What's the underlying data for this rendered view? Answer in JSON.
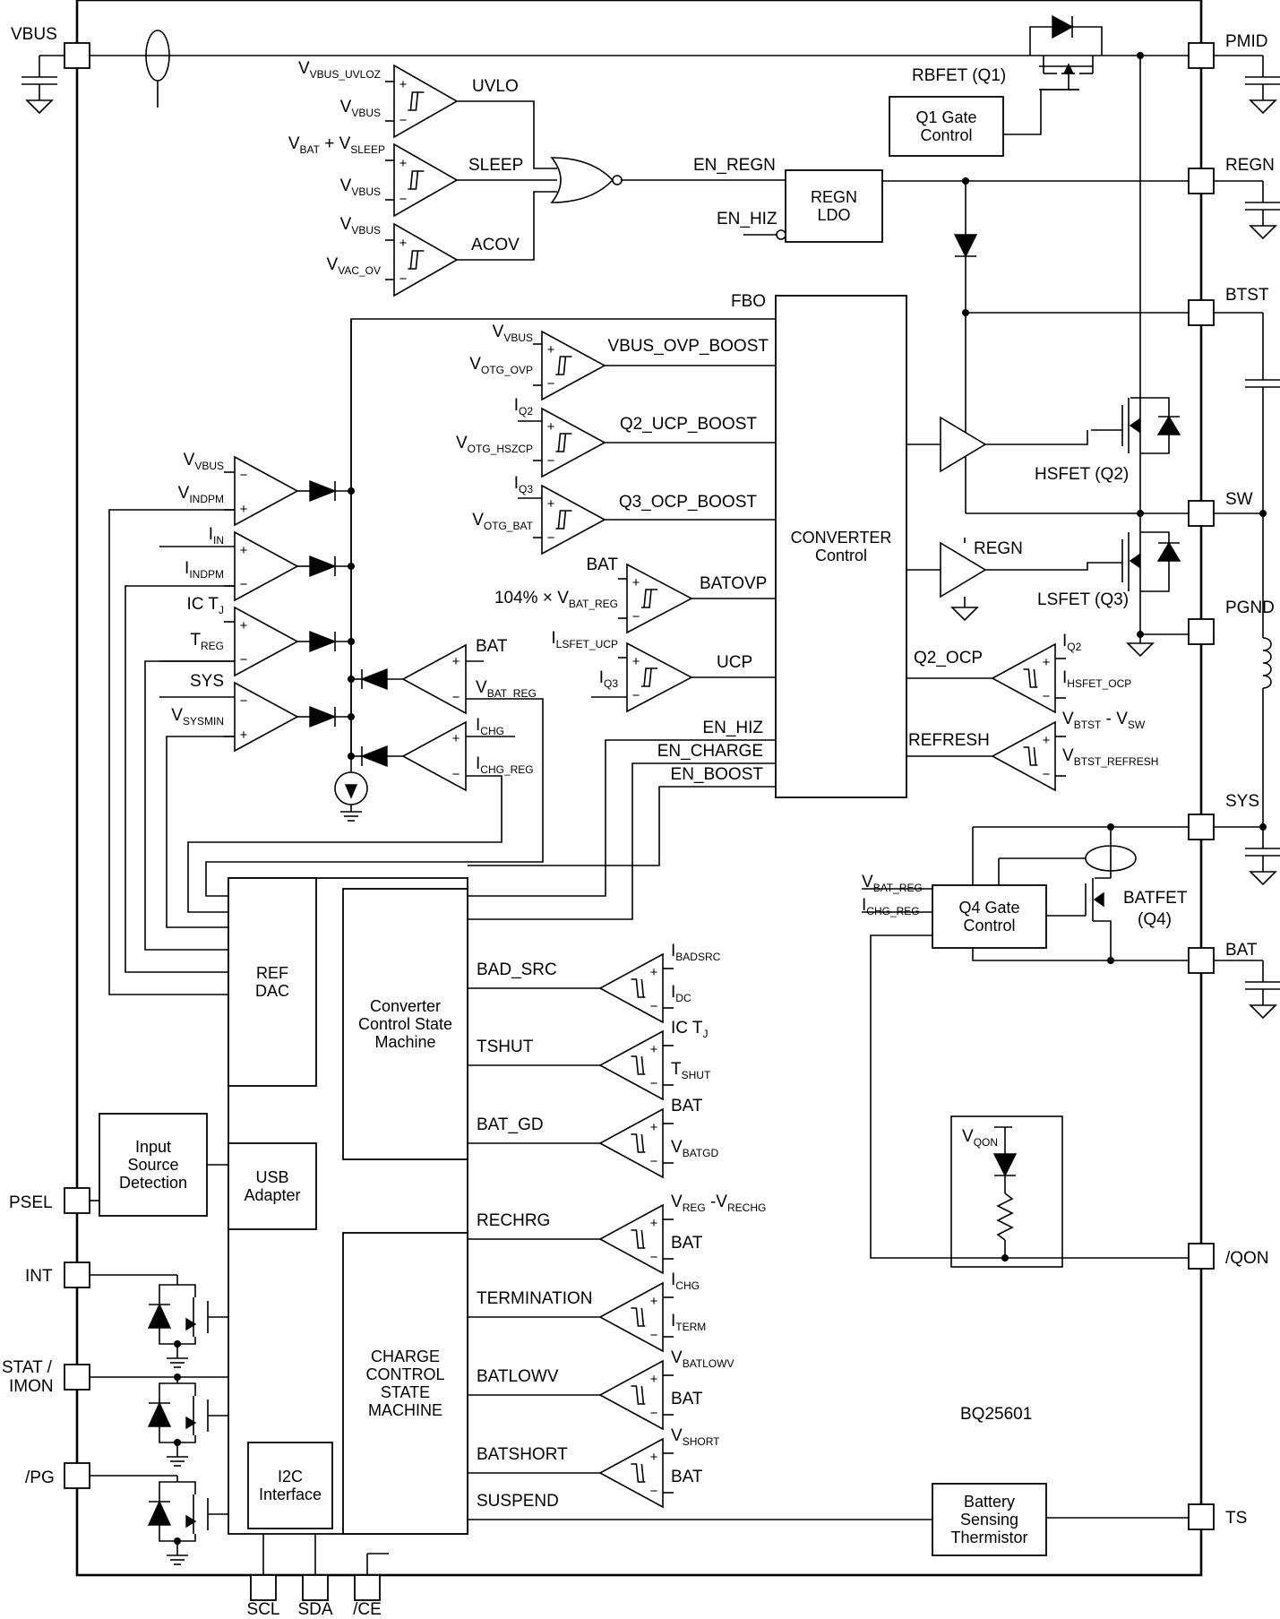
{
  "pins_left": [
    "VBUS",
    "PSEL",
    "INT",
    "STAT /",
    "IMON",
    "/PG"
  ],
  "pins_right": [
    "PMID",
    "REGN",
    "BTST",
    "SW",
    "PGND",
    "SYS",
    "BAT",
    "/QON",
    "TS"
  ],
  "pins_bottom": [
    "SCL",
    "SDA",
    "/CE"
  ],
  "blocks": {
    "q1_gate": [
      "Q1 Gate",
      "Control"
    ],
    "regn_ldo": [
      "REGN",
      "LDO"
    ],
    "converter": [
      "CONVERTER",
      "Control"
    ],
    "ref_dac": [
      "REF",
      "DAC"
    ],
    "converter_sm": [
      "Converter",
      "Control State",
      "Machine"
    ],
    "charge_sm": [
      "CHARGE",
      "CONTROL",
      "STATE",
      "MACHINE"
    ],
    "input_source": [
      "Input",
      "Source",
      "Detection"
    ],
    "usb": [
      "USB",
      "Adapter"
    ],
    "i2c": [
      "I2C",
      "Interface"
    ],
    "q4_gate": [
      "Q4 Gate",
      "Control"
    ],
    "thermistor": [
      "Battery",
      "Sensing",
      "Thermistor"
    ]
  },
  "labels": {
    "rbfet": "RBFET (Q1)",
    "hsfet": "HSFET (Q2)",
    "lsfet": "LSFET (Q3)",
    "batfet": [
      "BATFET",
      "(Q4)"
    ],
    "part": "BQ25601",
    "i_in": {
      "main": "I",
      "sub": "IN"
    },
    "i_chg_sense": {
      "main": "I",
      "sub": "CHG"
    },
    "regn_drv": "REGN",
    "fbo": "FBO"
  },
  "signals": {
    "uvlo": "UVLO",
    "sleep": "SLEEP",
    "acov": "ACOV",
    "en_regn": "EN_REGN",
    "en_hiz": "EN_HIZ",
    "vbus_ovp_boost": "VBUS_OVP_BOOST",
    "q2_ucp_boost": "Q2_UCP_BOOST",
    "q3_ocp_boost": "Q3_OCP_BOOST",
    "batovp": "BATOVP",
    "ucp": "UCP",
    "en_hiz2": "EN_HIZ",
    "en_charge": "EN_CHARGE",
    "en_boost": "EN_BOOST",
    "q2_ocp": "Q2_OCP",
    "refresh": "REFRESH",
    "bad_src": "BAD_SRC",
    "tshut": "TSHUT",
    "bat_gd": "BAT_GD",
    "rechrg": "RECHRG",
    "termination": "TERMINATION",
    "batlowv": "BATLOWV",
    "batshort": "BATSHORT",
    "suspend": "SUSPEND"
  },
  "comp_inputs": {
    "uvlo": [
      {
        "m": "V",
        "s": "VBUS_UVLOZ"
      },
      {
        "m": "V",
        "s": "VBUS"
      }
    ],
    "sleep": [
      {
        "m": "V",
        "s": "BAT",
        "t": " + V",
        "s2": "SLEEP"
      },
      {
        "m": "V",
        "s": "VBUS"
      }
    ],
    "acov": [
      {
        "m": "V",
        "s": "VBUS"
      },
      {
        "m": "V",
        "s": "VAC_OV"
      }
    ],
    "vbus_ovp": [
      {
        "m": "V",
        "s": "VBUS"
      },
      {
        "m": "V",
        "s": "OTG_OVP"
      }
    ],
    "q2_ucp": [
      {
        "m": "I",
        "s": "Q2"
      },
      {
        "m": "V",
        "s": "OTG_HSZCP"
      }
    ],
    "q3_ocp": [
      {
        "m": "I",
        "s": "Q3"
      },
      {
        "m": "V",
        "s": "OTG_BAT"
      }
    ],
    "batovp": [
      {
        "m": "BAT"
      },
      {
        "m": "104% × V",
        "s": "BAT_REG"
      }
    ],
    "ucp": [
      {
        "m": "I",
        "s": "LSFET_UCP"
      },
      {
        "m": "I",
        "s": "Q3"
      }
    ],
    "indpm_v": [
      {
        "m": "V",
        "s": "VBUS"
      },
      {
        "m": "V",
        "s": "INDPM"
      }
    ],
    "indpm_i": [
      {
        "m": "I",
        "s": "IN"
      },
      {
        "m": "I",
        "s": "INDPM"
      }
    ],
    "treg": [
      {
        "m": "IC T",
        "s": "J"
      },
      {
        "m": "T",
        "s": "REG"
      }
    ],
    "sysmin": [
      {
        "m": "SYS"
      },
      {
        "m": "V",
        "s": "SYSMIN"
      }
    ],
    "bat_reg": [
      {
        "m": "BAT"
      },
      {
        "m": "V",
        "s": "BAT_REG"
      }
    ],
    "ichg_reg": [
      {
        "m": "I",
        "s": "CHG"
      },
      {
        "m": "I",
        "s": "CHG_REG"
      }
    ],
    "q2_ocp": [
      {
        "m": "I",
        "s": "Q2"
      },
      {
        "m": "I",
        "s": "HSFET_OCP"
      }
    ],
    "refresh": [
      {
        "m": "V",
        "s": "BTST",
        "t": " - V",
        "s2": "SW"
      },
      {
        "m": "V",
        "s": "BTST_REFRESH"
      }
    ],
    "badsrc": [
      {
        "m": "I",
        "s": "BADSRC"
      },
      {
        "m": "I",
        "s": "DC"
      }
    ],
    "tshut": [
      {
        "m": "IC T",
        "s": "J"
      },
      {
        "m": "T",
        "s": "SHUT"
      }
    ],
    "batgd": [
      {
        "m": "BAT"
      },
      {
        "m": "V",
        "s": "BATGD"
      }
    ],
    "rechrg": [
      {
        "m": "V",
        "s": "REG",
        "t": " -V",
        "s2": "RECHG"
      },
      {
        "m": "BAT"
      }
    ],
    "term": [
      {
        "m": "I",
        "s": "CHG"
      },
      {
        "m": "I",
        "s": "TERM"
      }
    ],
    "batlowv": [
      {
        "m": "V",
        "s": "BATLOWV"
      },
      {
        "m": "BAT"
      }
    ],
    "batshort": [
      {
        "m": "V",
        "s": "SHORT"
      },
      {
        "m": "BAT"
      }
    ]
  },
  "q4_inputs": [
    {
      "m": "V",
      "s": "BAT_REG"
    },
    {
      "m": "I",
      "s": "CHG_REG"
    }
  ],
  "qon_label": {
    "m": "V",
    "s": "QON"
  }
}
